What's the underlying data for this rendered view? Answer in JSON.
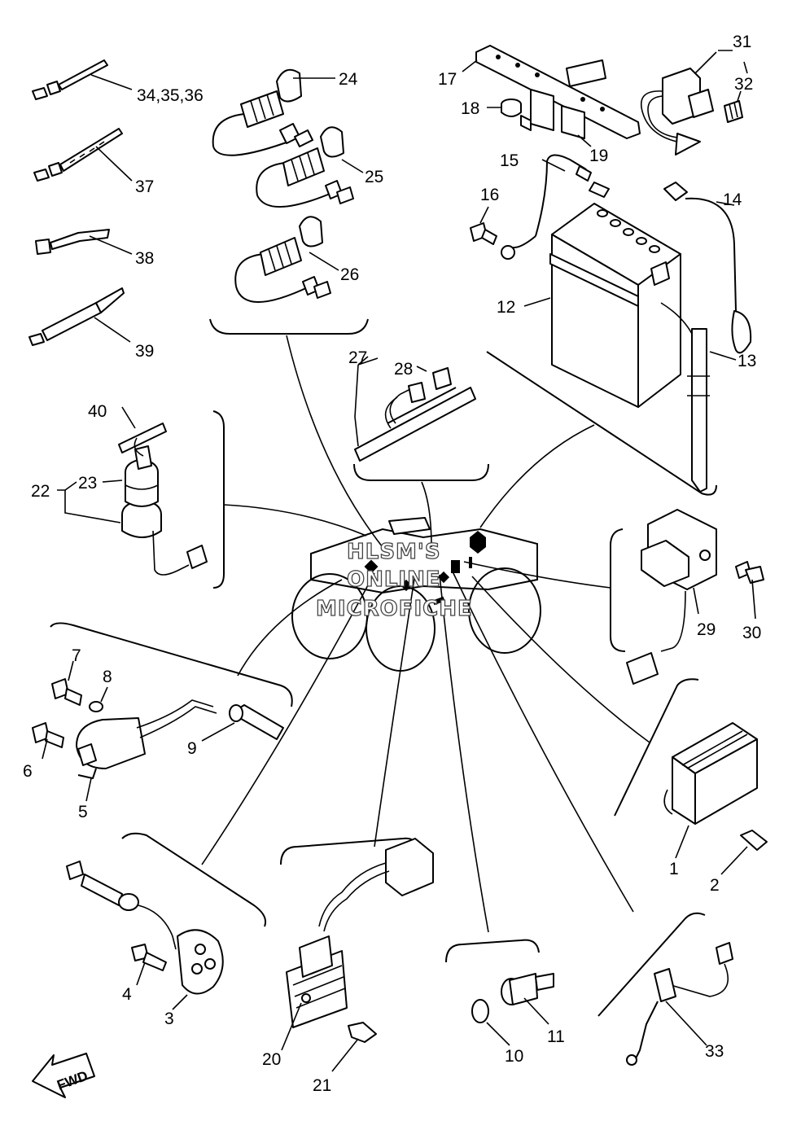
{
  "diagram": {
    "callouts": [
      {
        "id": "c1",
        "text": "1"
      },
      {
        "id": "c2",
        "text": "2"
      },
      {
        "id": "c3",
        "text": "3"
      },
      {
        "id": "c4",
        "text": "4"
      },
      {
        "id": "c5",
        "text": "5"
      },
      {
        "id": "c6",
        "text": "6"
      },
      {
        "id": "c7",
        "text": "7"
      },
      {
        "id": "c8",
        "text": "8"
      },
      {
        "id": "c9",
        "text": "9"
      },
      {
        "id": "c10",
        "text": "10"
      },
      {
        "id": "c11",
        "text": "11"
      },
      {
        "id": "c12",
        "text": "12"
      },
      {
        "id": "c13",
        "text": "13"
      },
      {
        "id": "c14",
        "text": "14"
      },
      {
        "id": "c15",
        "text": "15"
      },
      {
        "id": "c16",
        "text": "16"
      },
      {
        "id": "c17",
        "text": "17"
      },
      {
        "id": "c18",
        "text": "18"
      },
      {
        "id": "c19",
        "text": "19"
      },
      {
        "id": "c20",
        "text": "20"
      },
      {
        "id": "c21",
        "text": "21"
      },
      {
        "id": "c22",
        "text": "22"
      },
      {
        "id": "c23",
        "text": "23"
      },
      {
        "id": "c24",
        "text": "24"
      },
      {
        "id": "c25",
        "text": "25"
      },
      {
        "id": "c26",
        "text": "26"
      },
      {
        "id": "c27",
        "text": "27"
      },
      {
        "id": "c28",
        "text": "28"
      },
      {
        "id": "c29",
        "text": "29"
      },
      {
        "id": "c30",
        "text": "30"
      },
      {
        "id": "c31",
        "text": "31"
      },
      {
        "id": "c32",
        "text": "32"
      },
      {
        "id": "c33",
        "text": "33"
      },
      {
        "id": "c34",
        "text": "34,35,36"
      },
      {
        "id": "c37",
        "text": "37"
      },
      {
        "id": "c38",
        "text": "38"
      },
      {
        "id": "c39",
        "text": "39"
      },
      {
        "id": "c40",
        "text": "40"
      }
    ],
    "fwd_label": "FWD",
    "watermark": {
      "line1": "HLSM'S",
      "line2": "ONLINE",
      "line3": "MICROFICHE"
    }
  }
}
